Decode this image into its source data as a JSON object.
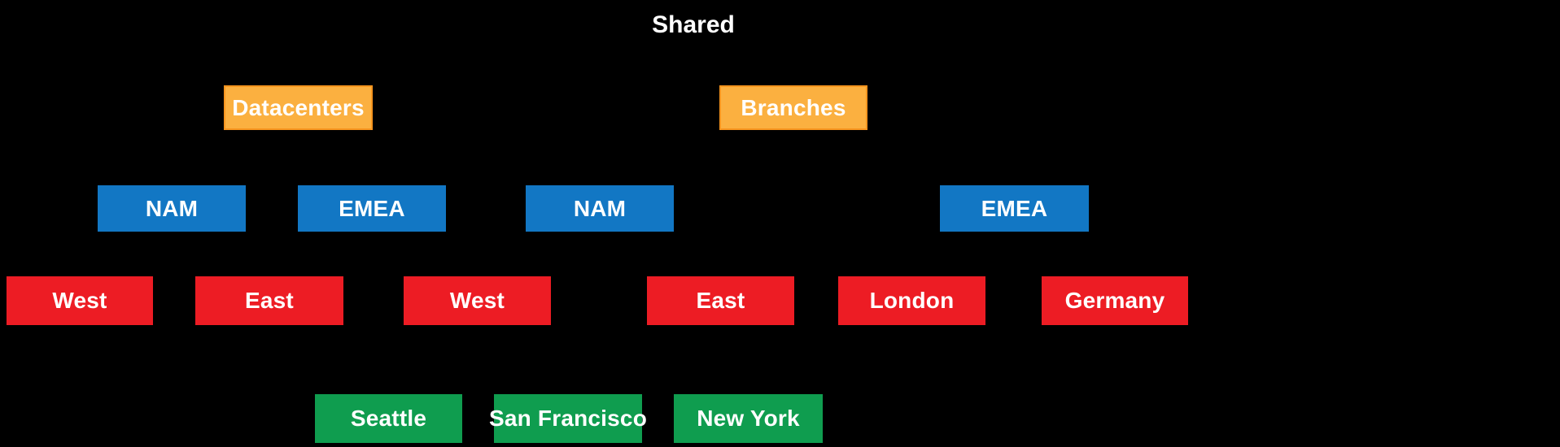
{
  "diagram": {
    "type": "hierarchy-tree",
    "background_color": "#000000",
    "title": {
      "text": "Shared",
      "color": "#ffffff"
    },
    "colors": {
      "level1_orange_fill": "#fbb040",
      "level1_orange_border": "#f7941e",
      "level2_blue_fill": "#1277c4",
      "level3_red_fill": "#ed1c24",
      "level4_green_fill": "#0f9d4f",
      "label_color": "#ffffff",
      "connector_color": "#000000"
    },
    "levels": [
      {
        "name": "level-1-categories",
        "nodes": [
          {
            "id": "datacenters",
            "label": "Datacenters",
            "parent": "shared"
          },
          {
            "id": "branches",
            "label": "Branches",
            "parent": "shared"
          }
        ]
      },
      {
        "name": "level-2-regions",
        "nodes": [
          {
            "id": "dc-nam",
            "label": "NAM",
            "parent": "datacenters"
          },
          {
            "id": "dc-emea",
            "label": "EMEA",
            "parent": "datacenters"
          },
          {
            "id": "br-nam",
            "label": "NAM",
            "parent": "branches"
          },
          {
            "id": "br-emea",
            "label": "EMEA",
            "parent": "branches"
          }
        ]
      },
      {
        "name": "level-3-zones",
        "nodes": [
          {
            "id": "dc-nam-west",
            "label": "West",
            "parent": "dc-nam"
          },
          {
            "id": "dc-nam-east",
            "label": "East",
            "parent": "dc-nam"
          },
          {
            "id": "br-nam-west",
            "label": "West",
            "parent": "br-nam"
          },
          {
            "id": "br-nam-east",
            "label": "East",
            "parent": "br-nam"
          },
          {
            "id": "br-emea-london",
            "label": "London",
            "parent": "br-emea"
          },
          {
            "id": "br-emea-germany",
            "label": "Germany",
            "parent": "br-emea"
          }
        ]
      },
      {
        "name": "level-4-sites",
        "nodes": [
          {
            "id": "seattle",
            "label": "Seattle",
            "parent": "br-nam-west"
          },
          {
            "id": "san-francisco",
            "label": "San Francisco",
            "parent": "br-nam-west"
          },
          {
            "id": "new-york",
            "label": "New York",
            "parent": "br-nam-east"
          }
        ]
      }
    ]
  }
}
